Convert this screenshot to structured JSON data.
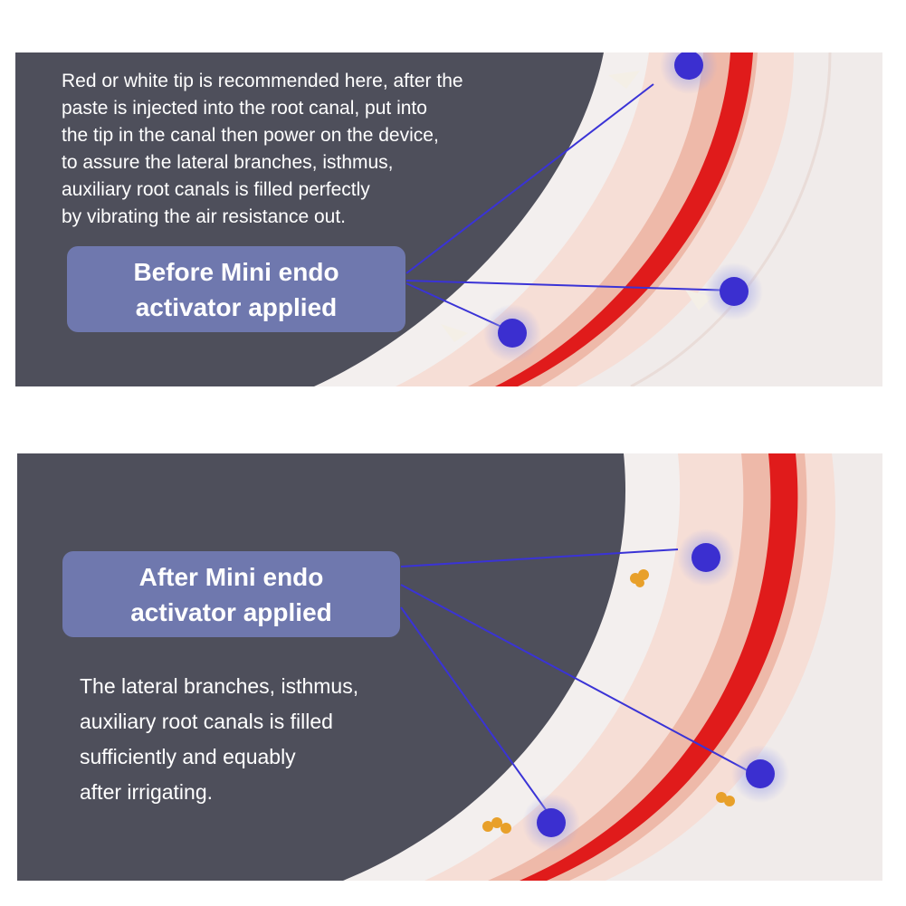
{
  "top_panel": {
    "description_lines": [
      "Red or white tip is recommended here,  after the",
      "paste is injected into the root canal, put into",
      "the tip in the canal then power on the device,",
      "to assure the lateral branches, isthmus,",
      "auxiliary root canals is filled perfectly",
      "by vibrating the air resistance out."
    ],
    "label_lines": [
      "Before Mini endo",
      "activator applied"
    ]
  },
  "bottom_panel": {
    "label_lines": [
      "After Mini endo",
      "activator applied"
    ],
    "description_lines": [
      "The lateral branches, isthmus,",
      "auxiliary root canals is filled",
      "sufficiently and equably",
      "after irrigating."
    ]
  },
  "colors": {
    "panel_background": "#4e4f5b",
    "label_background": "#6f78ae",
    "canal_red": "#e01b1b",
    "marker_blue": "#3b2fd0",
    "pointer_line": "#3a33d6"
  }
}
